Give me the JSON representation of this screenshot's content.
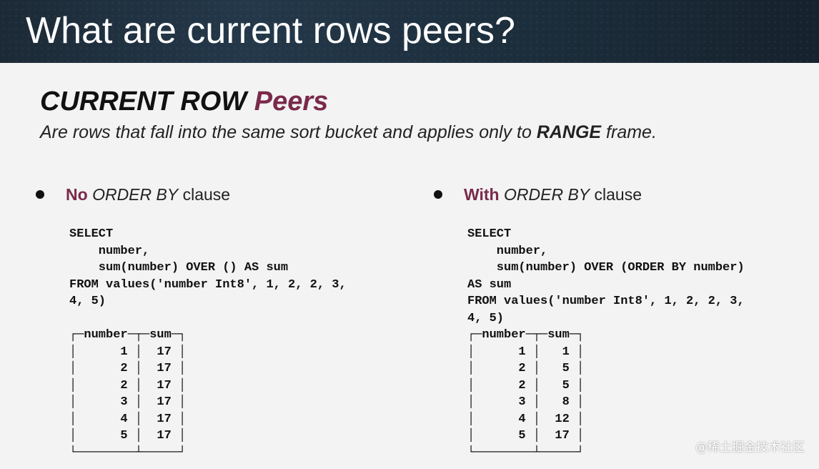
{
  "header": {
    "title": "What are current rows peers?"
  },
  "heading": {
    "main": "CURRENT ROW",
    "accent": "Peers"
  },
  "subtitle": {
    "before": "Are rows that fall into the same sort bucket and applies only to ",
    "bold": "RANGE",
    "after": " frame."
  },
  "left": {
    "kw": "No",
    "order_by": "ORDER BY",
    "rest": " clause",
    "query": "SELECT\n    number,\n    sum(number) OVER () AS sum\nFROM values('number Int8', 1, 2, 2, 3,\n4, 5)",
    "table": "┌─number─┬─sum─┐\n│      1 │  17 │\n│      2 │  17 │\n│      2 │  17 │\n│      3 │  17 │\n│      4 │  17 │\n│      5 │  17 │\n└────────┴─────┘"
  },
  "right": {
    "kw": "With",
    "order_by": "ORDER BY",
    "rest": " clause",
    "query": "SELECT\n    number,\n    sum(number) OVER (ORDER BY number)\nAS sum\nFROM values('number Int8', 1, 2, 2, 3,\n4, 5)",
    "table": "┌─number─┬─sum─┐\n│      1 │   1 │\n│      2 │   5 │\n│      2 │   5 │\n│      3 │   8 │\n│      4 │  12 │\n│      5 │  17 │\n└────────┴─────┘"
  },
  "watermark": "@稀土掘金技术社区"
}
